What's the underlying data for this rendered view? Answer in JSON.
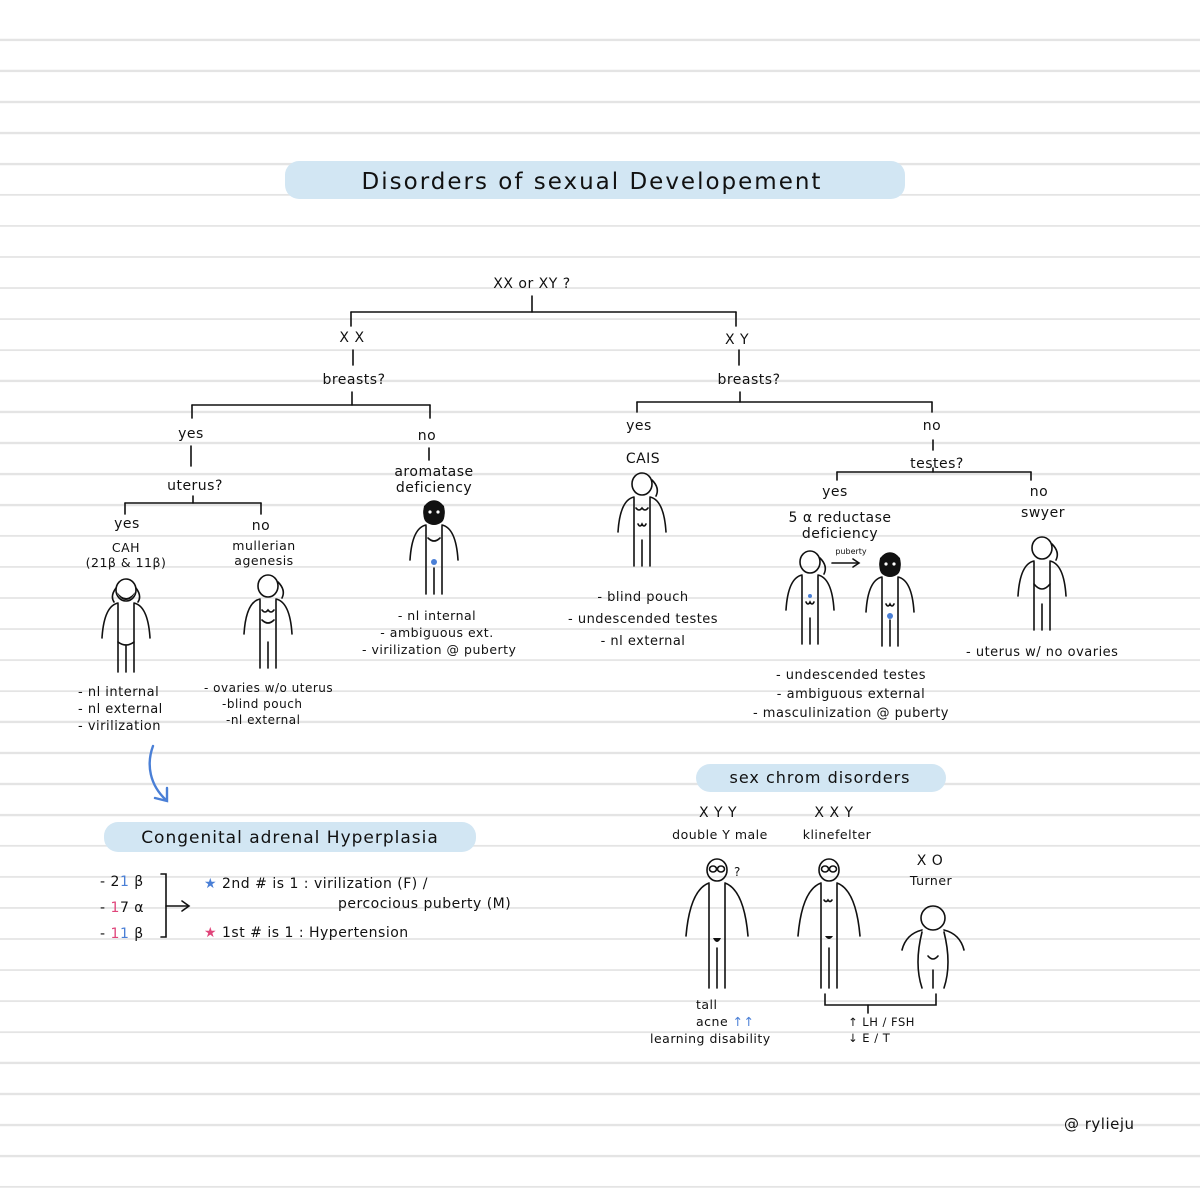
{
  "title": "Disorders of sexual Developement",
  "root": "XX or XY ?",
  "xx": {
    "label": "X X",
    "question": "breasts?",
    "yes": {
      "label": "yes",
      "question": "uterus?",
      "yes": {
        "label": "yes",
        "name": "CAH",
        "sub": "(21β & 11β)",
        "features": [
          "- nl internal",
          "- nl external",
          "- virilization"
        ]
      },
      "no": {
        "label": "no",
        "name": "mullerian",
        "name2": "agenesis",
        "features": [
          "- ovaries w/o uterus",
          "-blind pouch",
          "-nl external"
        ]
      }
    },
    "no": {
      "label": "no",
      "name": "aromatase",
      "name2": "deficiency",
      "features": [
        "- nl internal",
        "- ambiguous ext.",
        "- virilization @ puberty"
      ]
    }
  },
  "xy": {
    "label": "X Y",
    "question": "breasts?",
    "yes": {
      "label": "yes",
      "name": "CAIS",
      "features": [
        "- blind pouch",
        "- undescended testes",
        "- nl external"
      ]
    },
    "no": {
      "label": "no",
      "question": "testes?",
      "yes": {
        "label": "yes",
        "name": "5 α reductase",
        "name2": "deficiency",
        "arrow_label": "puberty",
        "features": [
          "- undescended testes",
          "- ambiguous external",
          "- masculinization @ puberty"
        ]
      },
      "no": {
        "label": "no",
        "name": "swyer",
        "features": [
          "- uterus w/ no ovaries"
        ]
      }
    }
  },
  "cah_section": {
    "title": "Congenital adrenal Hyperplasia",
    "enzymes": [
      {
        "dash": "- ",
        "first": "2",
        "second": "1",
        "suffix": " β"
      },
      {
        "dash": "- ",
        "first": "1",
        "second": "7",
        "suffix": " α"
      },
      {
        "dash": "- ",
        "first": "1",
        "second": "1",
        "suffix": " β"
      }
    ],
    "rule1_star": "★",
    "rule1": "2nd # is 1 : virilization (F) /",
    "rule1b": "percocious puberty (M)",
    "rule2_star": "★",
    "rule2": "1st # is 1 : Hypertension",
    "colors": {
      "blue": "#4a7fd6",
      "pink": "#e0457a"
    }
  },
  "sex_chrom": {
    "title": "sex chrom disorders",
    "xyy": {
      "karyotype": "X Y Y",
      "name": "double Y male",
      "mark": "?",
      "notes": [
        "tall",
        "acne",
        "learning disability"
      ],
      "acne_arrows": "↑↑"
    },
    "xxy": {
      "karyotype": "X X Y",
      "name": "klinefelter"
    },
    "xo": {
      "karyotype": "X O",
      "name": "Turner"
    },
    "shared_notes": [
      "↑ LH / FSH",
      "↓ E / T"
    ]
  },
  "credit": "@ rylieju"
}
